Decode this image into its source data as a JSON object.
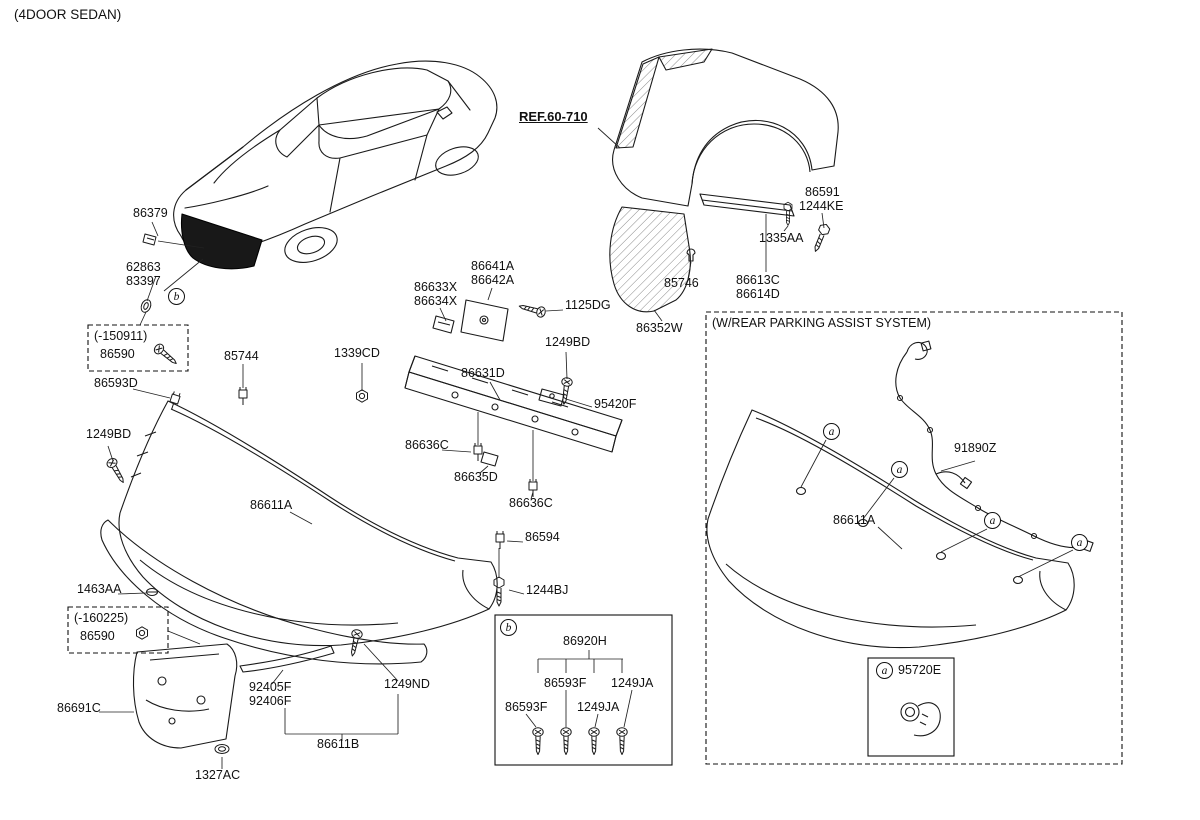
{
  "title": "(4DOOR SEDAN)",
  "ref_label": "REF.60-710",
  "markers": {
    "a": "a",
    "b": "b"
  },
  "boxes": {
    "early_range": "(-150911)",
    "late_range": "(-160225)",
    "parking_title": "(W/REAR PARKING ASSIST SYSTEM)"
  },
  "callouts": {
    "c86379": "86379",
    "c62863": "62863",
    "c83397": "83397",
    "c86590_a": "86590",
    "c86593D": "86593D",
    "c85744": "85744",
    "c1249BD_a": "1249BD",
    "c1339CD": "1339CD",
    "c86633X": "86633X",
    "c86634X": "86634X",
    "c86641A": "86641A",
    "c86642A": "86642A",
    "c1125DG": "1125DG",
    "c1249BD_b": "1249BD",
    "c86631D": "86631D",
    "c95420F": "95420F",
    "c86636C_a": "86636C",
    "c86635D": "86635D",
    "c86636C_b": "86636C",
    "c86611A": "86611A",
    "c86594": "86594",
    "c1244BJ": "1244BJ",
    "c1463AA": "1463AA",
    "c86590_b": "86590",
    "c86691C": "86691C",
    "c92405F": "92405F",
    "c92406F": "92406F",
    "c1249ND": "1249ND",
    "c86611B": "86611B",
    "c1327AC": "1327AC",
    "c85746": "85746",
    "c86352W": "86352W",
    "c86591": "86591",
    "c1244KE": "1244KE",
    "c1335AA": "1335AA",
    "c86613C": "86613C",
    "c86614D": "86614D",
    "c86611A_park": "86611A",
    "c91890Z": "91890Z",
    "c95720E": "95720E",
    "c86920H": "86920H",
    "c86593F_a": "86593F",
    "c1249JA_a": "1249JA",
    "c86593F_b": "86593F",
    "c1249JA_b": "1249JA"
  }
}
